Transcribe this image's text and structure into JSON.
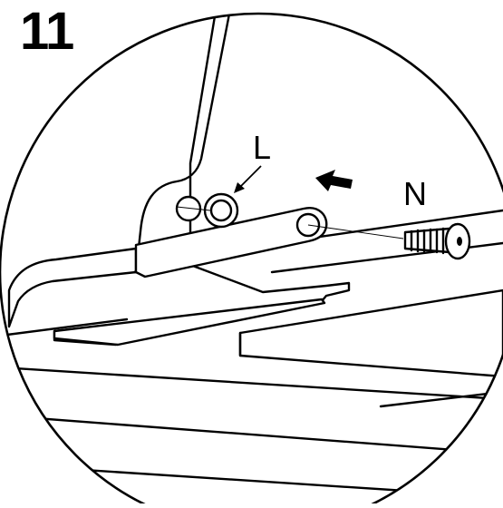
{
  "figure": {
    "step_number": "11",
    "labels": {
      "part_l": "L",
      "part_n": "N"
    },
    "colors": {
      "line": "#000000",
      "background": "#ffffff"
    },
    "icons": {
      "direction": "arrow-left-icon",
      "screw": "screw-icon"
    }
  }
}
